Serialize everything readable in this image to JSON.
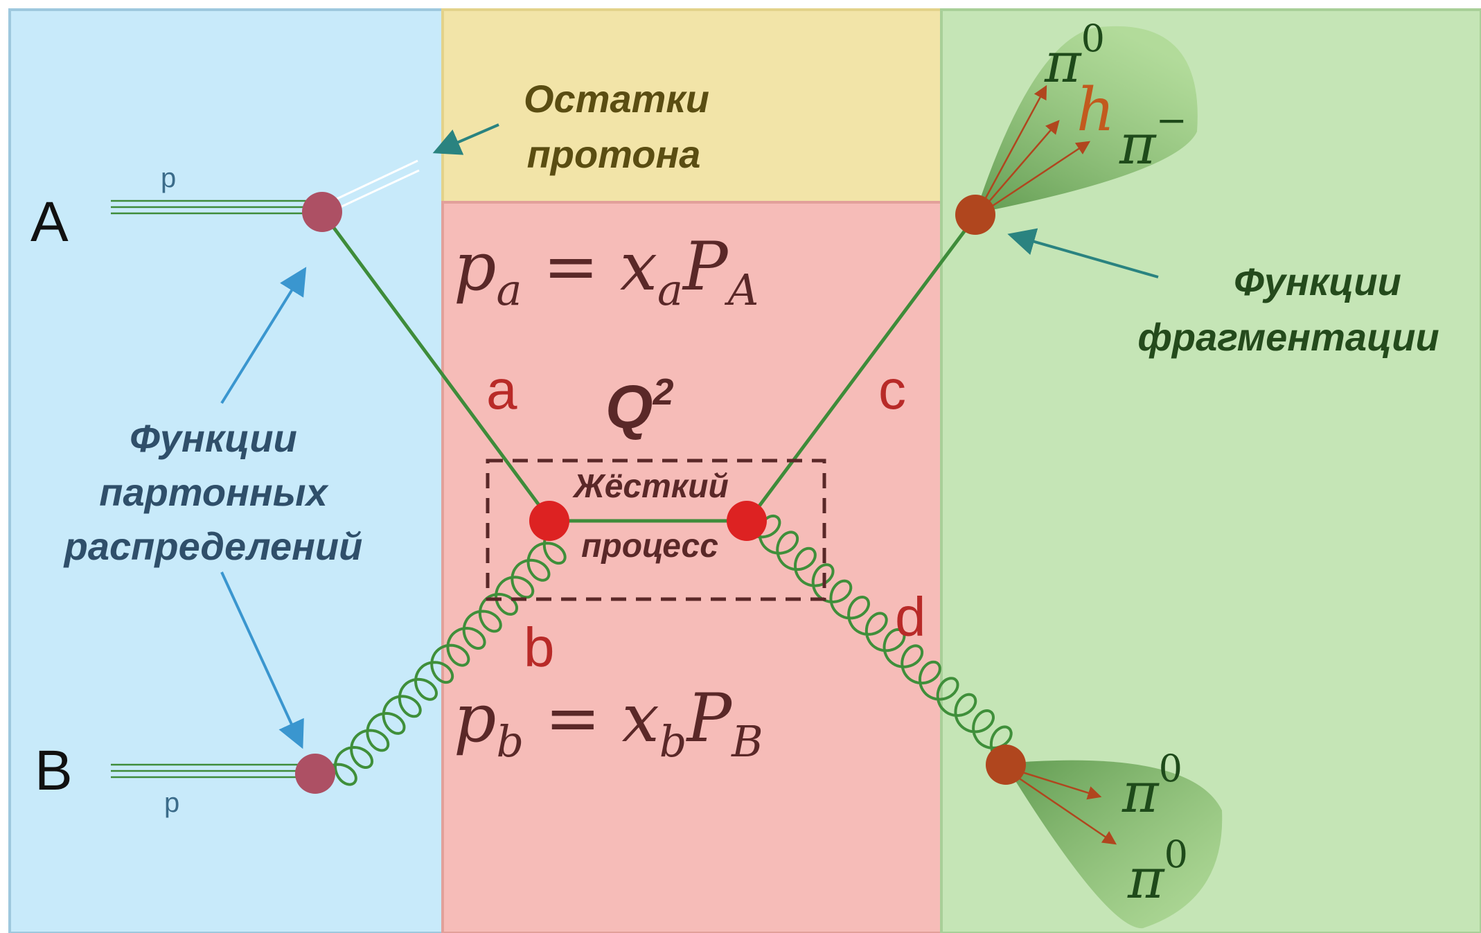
{
  "labels": {
    "beam_a": "A",
    "beam_b": "B",
    "proton_top": "p",
    "proton_bottom": "p",
    "remnants": [
      "Остатки",
      "протона"
    ],
    "pdf": [
      "Функции",
      "партонных",
      "распределений"
    ],
    "ff": [
      "Функции",
      "фрагментации"
    ],
    "hard_process": [
      "Жёсткий",
      "процесс"
    ],
    "q2_base": "Q",
    "q2_exp": "2",
    "parton_a": "a",
    "parton_b": "b",
    "parton_c": "c",
    "parton_d": "d",
    "eq_a": {
      "p": "p",
      "p_sub": "a",
      "eq": " = ",
      "x": "x",
      "x_sub": "a",
      "P": "P",
      "P_sub": "A"
    },
    "eq_b": {
      "p": "p",
      "p_sub": "b",
      "eq": " = ",
      "x": "x",
      "x_sub": "b",
      "P": "P",
      "P_sub": "B"
    },
    "hadrons_top": {
      "pi0": "π",
      "pi0_exp": "0",
      "h": "h",
      "pim": "π",
      "pim_exp": "−"
    },
    "hadrons_bottom": {
      "pi0_1": "π",
      "pi0_1_exp": "0",
      "pi0_2": "π",
      "pi0_2_exp": "0"
    }
  },
  "colors": {
    "pdf_region": "#c8eafa",
    "remnant_region": "#f2e4a8",
    "hard_region": "#f6bcb8",
    "ff_region": "#c5e5b6",
    "quark_line": "#3e8c3a",
    "gluon": "#3f8f3a",
    "vertex_proton": "#ad5064",
    "vertex_hard": "#dd2222",
    "vertex_frag": "#b0461e",
    "parton_label": "#b82a28",
    "pdf_text": "#2f4f6a",
    "remnant_text": "#5a4d12",
    "ff_text": "#244a1c",
    "arrow_blue": "#3a96cf",
    "arrow_teal": "#2a8380",
    "eq_text": "#5a2828",
    "hadron_dark": "#1e4a1a",
    "hadron_h": "#c25a1e"
  }
}
